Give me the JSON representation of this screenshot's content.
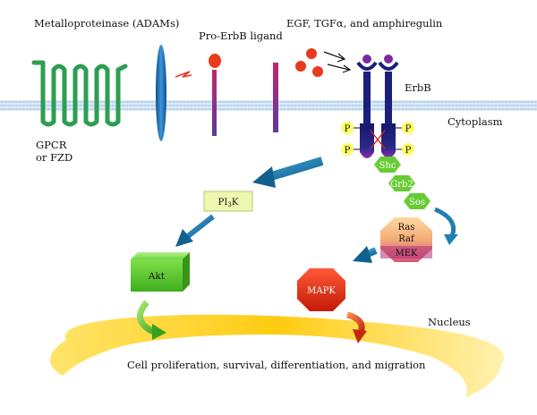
{
  "labels": {
    "metalloproteinase": "Metalloproteinase (ADAMs)",
    "pro_erbb_ligand": "Pro-ErbB ligand",
    "egf_ligands": "EGF, TGFα, and amphiregulin",
    "erbb": "ErbB",
    "cytoplasm": "Cytoplasm",
    "gpcr_line1": "GPCR",
    "gpcr_line2": "or FZD",
    "nucleus": "Nucleus",
    "outcome": "Cell proliferation, survival, differentiation, and migration"
  },
  "nodes": {
    "phospho": "P",
    "pi3k_prefix": "PI",
    "pi3k_sub": "3",
    "pi3k_suffix": "K",
    "akt": "Akt",
    "shc": "Shc",
    "grb2": "Grb2",
    "sos": "Sos",
    "ras": "Ras",
    "raf": "Raf",
    "mek": "MEK",
    "mapk": "MAPK"
  },
  "colors": {
    "membrane": "#cfe2f3",
    "gpcr": "#2e9e52",
    "adam": "#1f6fb5",
    "ligand_red": "#e83a1c",
    "erbb_navy": "#1c1f7a",
    "erbb_purple": "#7a2aa0",
    "phospho_yellow": "#ffff66",
    "adaptor_green": "#66cc33",
    "arrow_blue": "#1f7fb0",
    "akt_green": "#55cc22",
    "pi3k_box": "#eef7b0",
    "mapk_red": "#e62a12",
    "nucleus_yellow": "#ffd21a"
  }
}
